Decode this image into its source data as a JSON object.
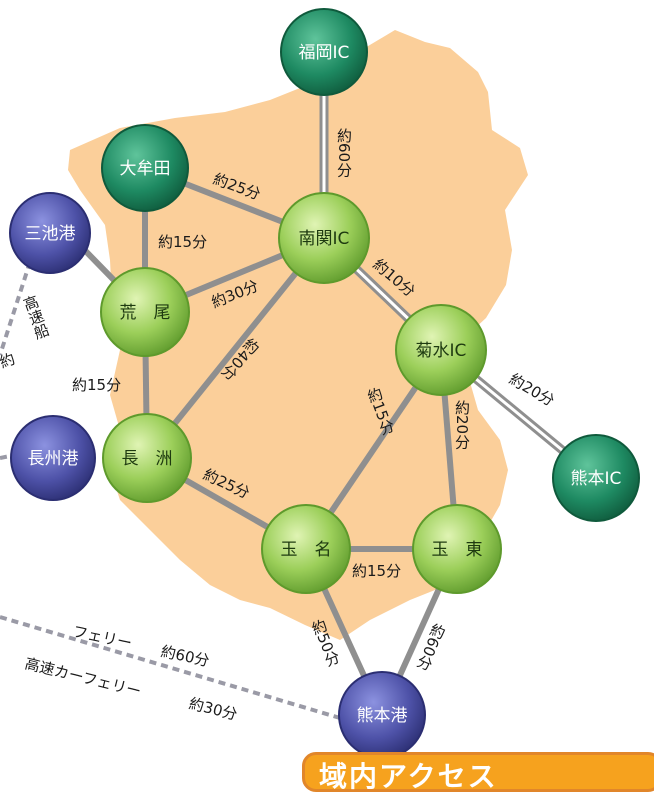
{
  "colors": {
    "land": "#fbcf9a",
    "road": "#8f8f8f",
    "expressway_stroke": "#8f8f8f",
    "sea_route": "#9a9aa6",
    "teal_node": "#1e8a62",
    "green_node": "#9ccf5a",
    "port_node": "#4e52a8",
    "banner": "#f6a21e"
  },
  "nodes": {
    "fukuoka_ic": "福岡IC",
    "omuta": "大牟田",
    "nankan_ic": "南関IC",
    "miike_port": "三池港",
    "arao": "荒　尾",
    "kikusui_ic": "菊水IC",
    "nagasu_port": "長州港",
    "nagasu": "長　洲",
    "kumamoto_ic": "熊本IC",
    "tamana": "玉　名",
    "gyokuto": "玉　東",
    "kumamoto_port": "熊本港"
  },
  "edges": {
    "fukuoka_nankan": "約60分",
    "omuta_nankan": "約25分",
    "omuta_arao": "約15分",
    "arao_nankan": "約30分",
    "nankan_kikusui": "約10分",
    "nankan_nagasu": "約40分",
    "arao_nagasu": "約15分",
    "kikusui_kumamotoic": "約20分",
    "kikusui_tamana": "約15分",
    "kikusui_gyokuto": "約20分",
    "nagasu_tamana": "約25分",
    "tamana_gyokuto": "約15分",
    "tamana_port": "約50分",
    "gyokuto_port": "約60分"
  },
  "sea": {
    "highspeed_boat": "高速船",
    "highspeed_boat_time": "約",
    "ferry": "フェリー",
    "ferry_time": "約60分",
    "highspeed_ferry": "高速カーフェリー",
    "highspeed_ferry_time": "約30分"
  },
  "banner": {
    "text": "域内アクセス"
  }
}
